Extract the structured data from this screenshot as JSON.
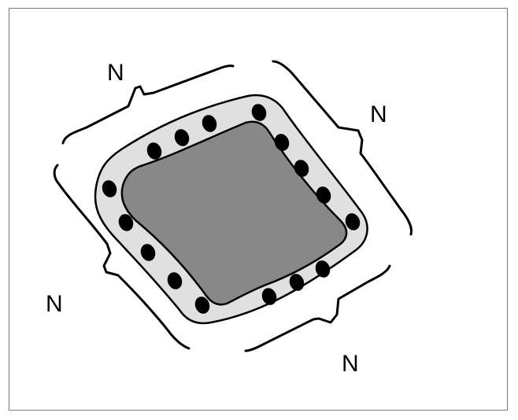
{
  "labels": {
    "top_left": "N",
    "top_right": "N",
    "bottom_left": "N",
    "bottom_right": "N"
  },
  "colors": {
    "outline": "#000000",
    "inner_fill": "#888888",
    "band_fill": "#e0e0e0",
    "dot_fill": "#000000"
  }
}
